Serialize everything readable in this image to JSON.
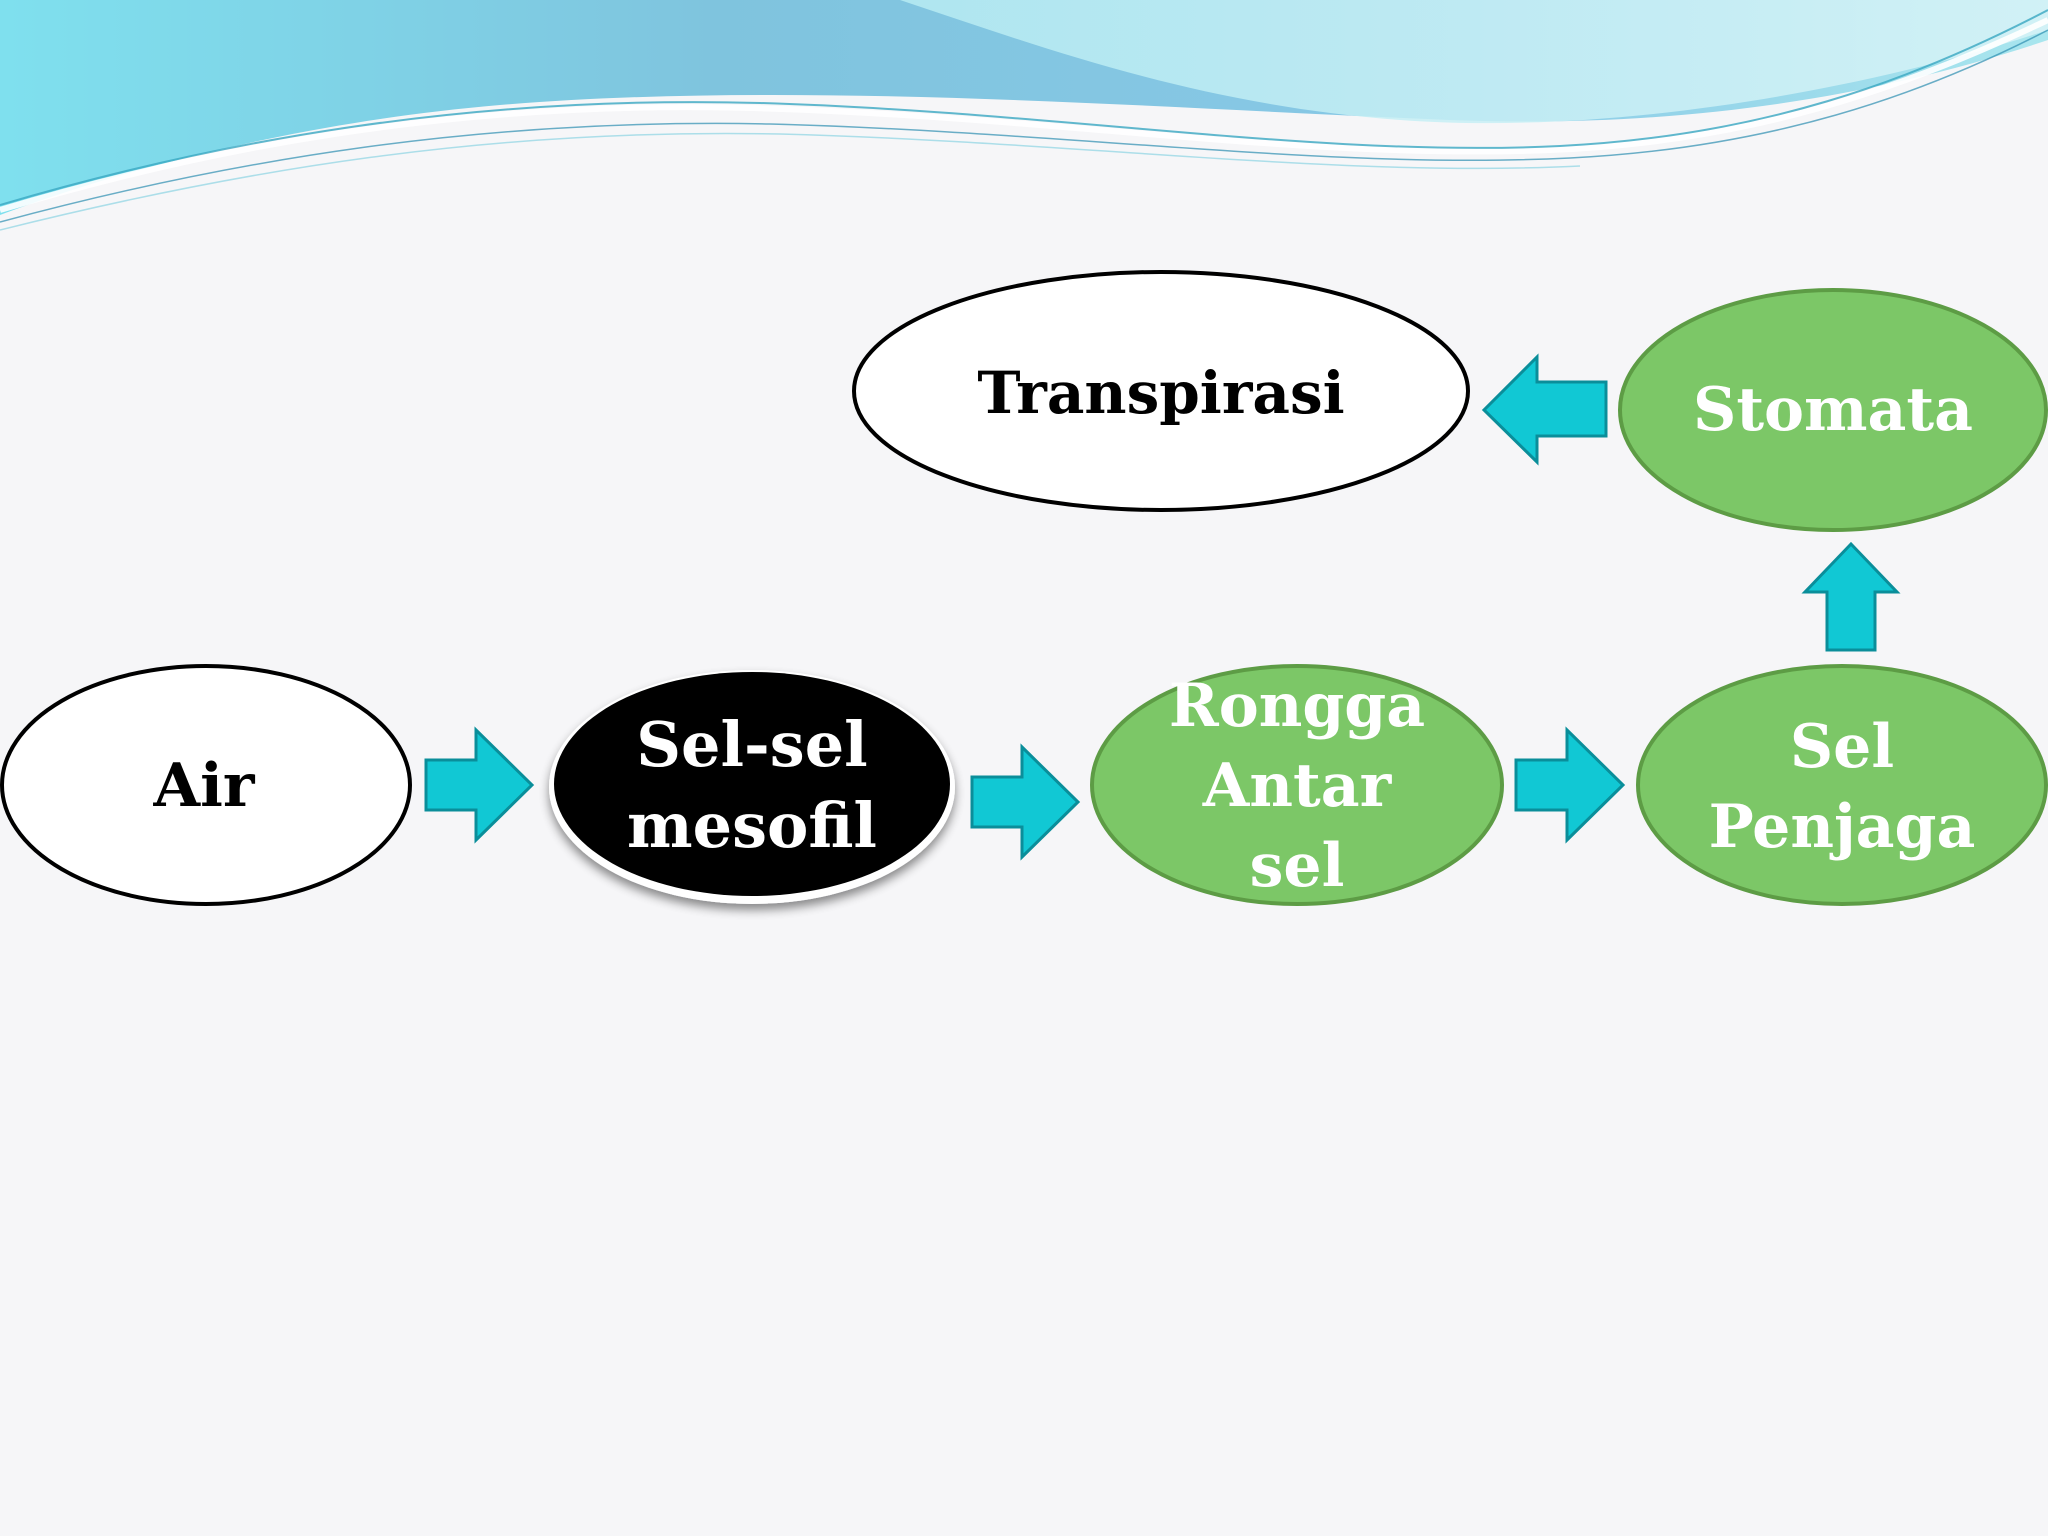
{
  "nodes": {
    "air": {
      "lines": [
        "Air"
      ]
    },
    "mesofil": {
      "lines": [
        "Sel-sel",
        "mesofil"
      ]
    },
    "rongga": {
      "lines": [
        "Rongga",
        "Antar",
        "sel"
      ]
    },
    "sel_penjaga": {
      "lines": [
        "Sel",
        "Penjaga"
      ]
    },
    "stomata": {
      "lines": [
        "Stomata"
      ]
    },
    "transpirasi": {
      "lines": [
        "Transpirasi"
      ]
    }
  },
  "colors": {
    "green_fill": "#7cc767",
    "green_stroke": "#5d9c45",
    "arrow_fill": "#11c8d4",
    "arrow_stroke": "#0a8e9a",
    "black_fill": "#000000",
    "white_fill": "#ffffff",
    "wave_light": "#9adbe8",
    "wave_mid": "#6fc6de",
    "wave_dark": "#2aa6c4"
  }
}
